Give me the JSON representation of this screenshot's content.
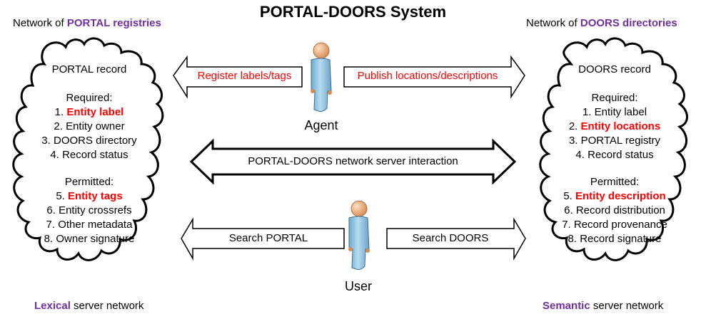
{
  "title": "PORTAL-DOORS System",
  "left_network": {
    "header_prefix": "Network of ",
    "header_highlight": "PORTAL registries",
    "footer_highlight": "Lexical",
    "footer_suffix": " server network",
    "record": {
      "heading": "PORTAL record",
      "required_label": "Required:",
      "required": [
        {
          "num": "1. ",
          "text": "Entity label",
          "highlight": true
        },
        {
          "num": "2. ",
          "text": "Entity owner",
          "highlight": false
        },
        {
          "num": "3. ",
          "text": "DOORS directory",
          "highlight": false
        },
        {
          "num": "4. ",
          "text": "Record status",
          "highlight": false
        }
      ],
      "permitted_label": "Permitted:",
      "permitted": [
        {
          "num": "5. ",
          "text": "Entity tags",
          "highlight": true
        },
        {
          "num": "6. ",
          "text": "Entity crossrefs",
          "highlight": false
        },
        {
          "num": "7. ",
          "text": "Other metadata",
          "highlight": false
        },
        {
          "num": "8. ",
          "text": "Owner signature",
          "highlight": false
        }
      ]
    }
  },
  "right_network": {
    "header_prefix": "Network of ",
    "header_highlight": "DOORS directories",
    "footer_highlight": "Semantic",
    "footer_suffix": " server network",
    "record": {
      "heading": "DOORS record",
      "required_label": "Required:",
      "required": [
        {
          "num": "1. ",
          "text": "Entity label",
          "highlight": false
        },
        {
          "num": "2. ",
          "text": "Entity locations",
          "highlight": true
        },
        {
          "num": "3. ",
          "text": "PORTAL registry",
          "highlight": false
        },
        {
          "num": "4. ",
          "text": "Record status",
          "highlight": false
        }
      ],
      "permitted_label": "Permitted:",
      "permitted": [
        {
          "num": "5. ",
          "text": "Entity description",
          "highlight": true
        },
        {
          "num": "6. ",
          "text": "Record distribution",
          "highlight": false
        },
        {
          "num": "7. ",
          "text": "Record provenance",
          "highlight": false
        },
        {
          "num": "8. ",
          "text": "Record signature",
          "highlight": false
        }
      ]
    }
  },
  "arrows": {
    "register": "Register labels/tags",
    "publish": "Publish locations/descriptions",
    "interaction": "PORTAL-DOORS network server interaction",
    "search_portal": "Search PORTAL",
    "search_doors": "Search DOORS"
  },
  "actors": {
    "agent": "Agent",
    "user": "User"
  },
  "colors": {
    "highlight_red": "#ff0000",
    "network_purple": "#7030a0",
    "person_body": "#8ec3e0",
    "person_head": "#e8a270"
  }
}
